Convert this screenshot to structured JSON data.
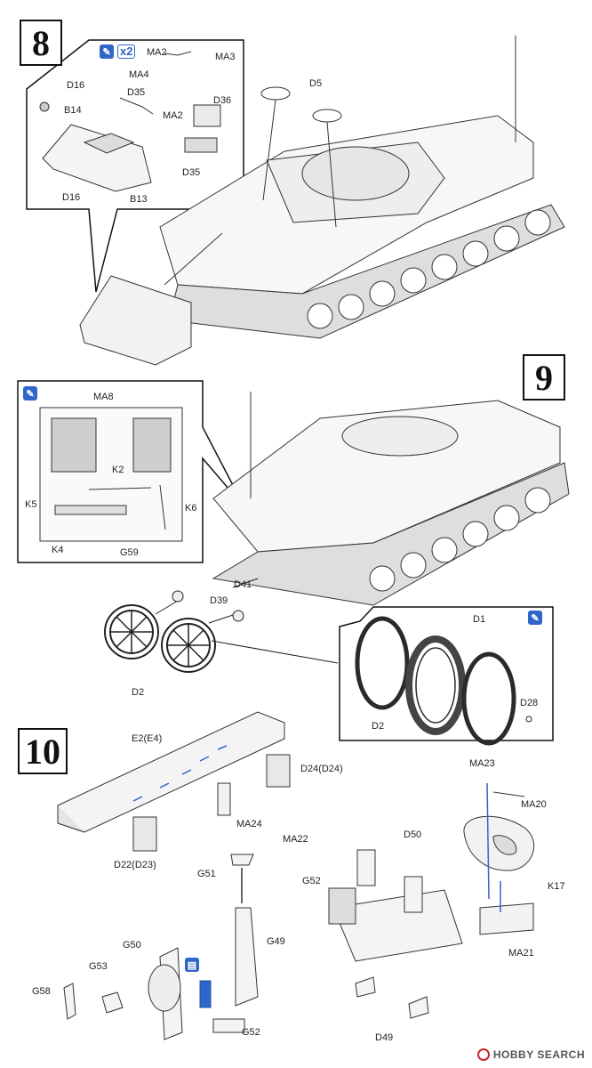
{
  "steps": {
    "s8": "8",
    "s9": "9",
    "s10": "10"
  },
  "colors": {
    "accent_blue": "#2f66c9",
    "ink": "#222222"
  },
  "icons": {
    "paint": "paintbrush-icon",
    "x2": "x2",
    "pe": "photo-etch-icon"
  },
  "labels8": {
    "ma2a": "MA2",
    "ma3": "MA3",
    "ma4": "MA4",
    "d16a": "D16",
    "d35a": "D35",
    "ma2b": "MA2",
    "d36": "D36",
    "b14": "B14",
    "d35b": "D35",
    "d16b": "D16",
    "b13": "B13",
    "d5": "D5"
  },
  "labels9": {
    "ma8": "MA8",
    "k2": "K2",
    "k5": "K5",
    "k6": "K6",
    "k4": "K4",
    "g59": "G59",
    "d41": "D41",
    "d39": "D39",
    "d2a": "D2",
    "d1": "D1",
    "d28": "D28",
    "d2b": "D2"
  },
  "labels10": {
    "e2": "E2(E4)",
    "d24": "D24(D24)",
    "ma24": "MA24",
    "ma22": "MA22",
    "d22": "D22(D23)",
    "ma23": "MA23",
    "ma20": "MA20",
    "d50": "D50",
    "k17": "K17",
    "g51": "G51",
    "g52a": "G52",
    "ma21": "MA21",
    "g50": "G50",
    "g49": "G49",
    "g53": "G53",
    "g58": "G58",
    "g52b": "G52",
    "d49": "D49"
  },
  "watermark": "HOBBY SEARCH"
}
